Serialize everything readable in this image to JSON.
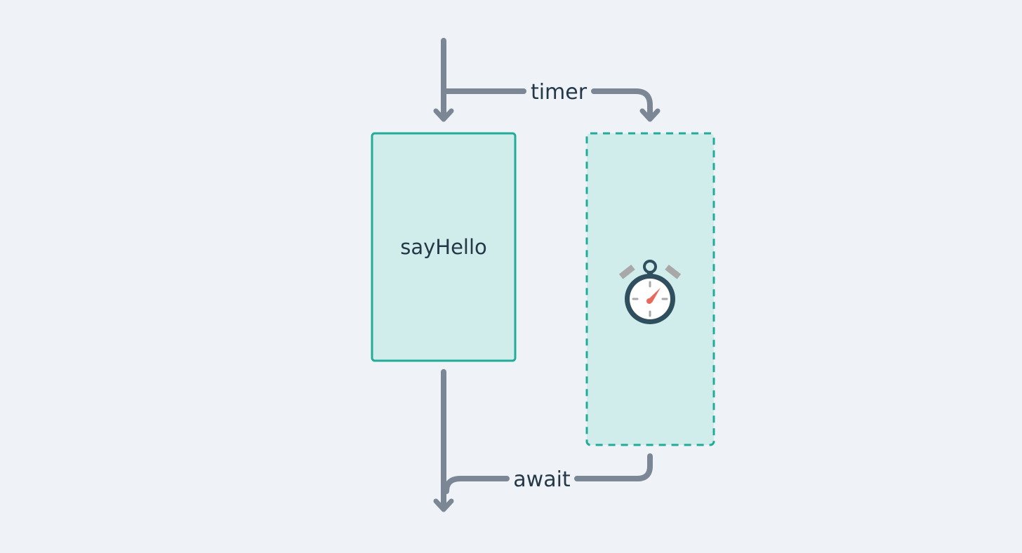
{
  "colors": {
    "background": "#eff3f7",
    "arrow": "#7b8794",
    "box_fill": "#d0edeb",
    "box_stroke": "#20ac98",
    "text": "#253848",
    "timer_body": "#2f4f5f",
    "timer_needle": "#e8685a",
    "timer_buttons": "#a8a8a8"
  },
  "labels": {
    "timer": "timer",
    "await": "await",
    "main_box": "sayHello"
  },
  "icons": {
    "timer_box_icon": "stopwatch-icon"
  }
}
